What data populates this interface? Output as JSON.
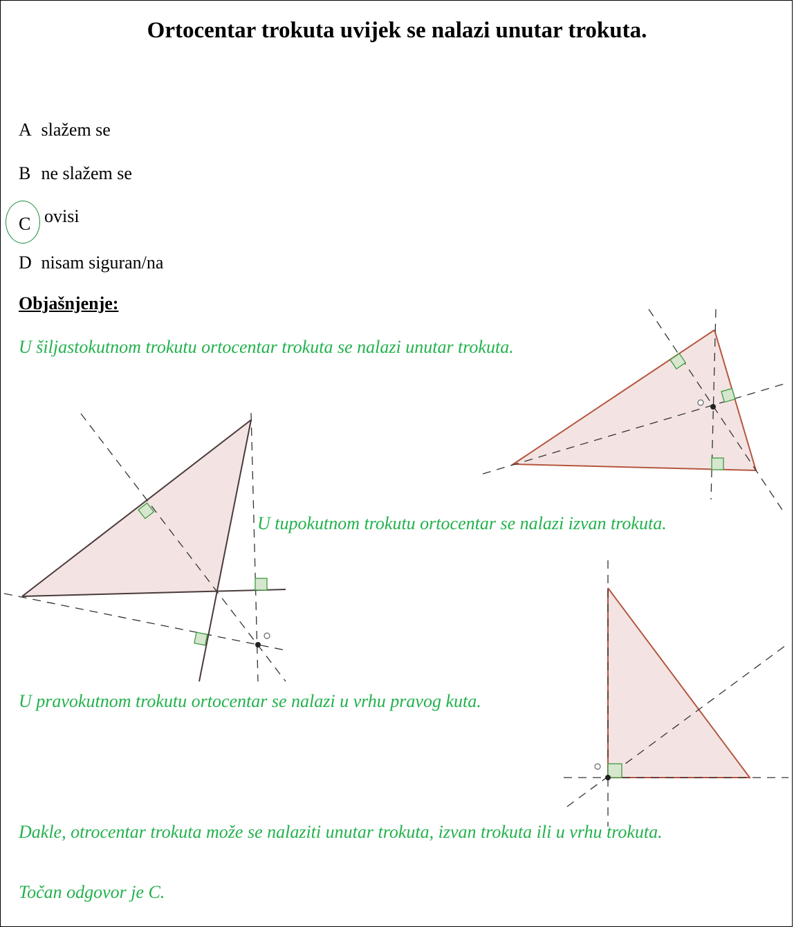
{
  "title": "Ortocentar trokuta uvijek se nalazi unutar trokuta.",
  "options": [
    {
      "letter": "A",
      "text": "slažem se"
    },
    {
      "letter": "B",
      "text": "ne slažem se"
    },
    {
      "letter": "C",
      "text": "ovisi"
    },
    {
      "letter": "D",
      "text": "nisam siguran/na"
    }
  ],
  "selected_option": "C",
  "explanation_heading": "Objašnjenje:",
  "explanation": {
    "acute": "U šiljastokutnom trokutu ortocentar trokuta se nalazi unutar trokuta.",
    "obtuse": "U tupokutnom trokutu ortocentar se nalazi izvan trokuta.",
    "right": "U pravokutnom trokutu ortocentar se nalazi u vrhu pravog kuta.",
    "conclusion": "Dakle, otrocentar trokuta može se nalaziti unutar trokuta, izvan trokuta ili u vrhu trokuta.",
    "answer": "Točan odgovor je C."
  },
  "colors": {
    "explanation_text": "#22b14c",
    "triangle_fill": "#f3e4e3",
    "triangle_edge": "#b5563f",
    "right_angle_marker": "#3d9b3d"
  }
}
